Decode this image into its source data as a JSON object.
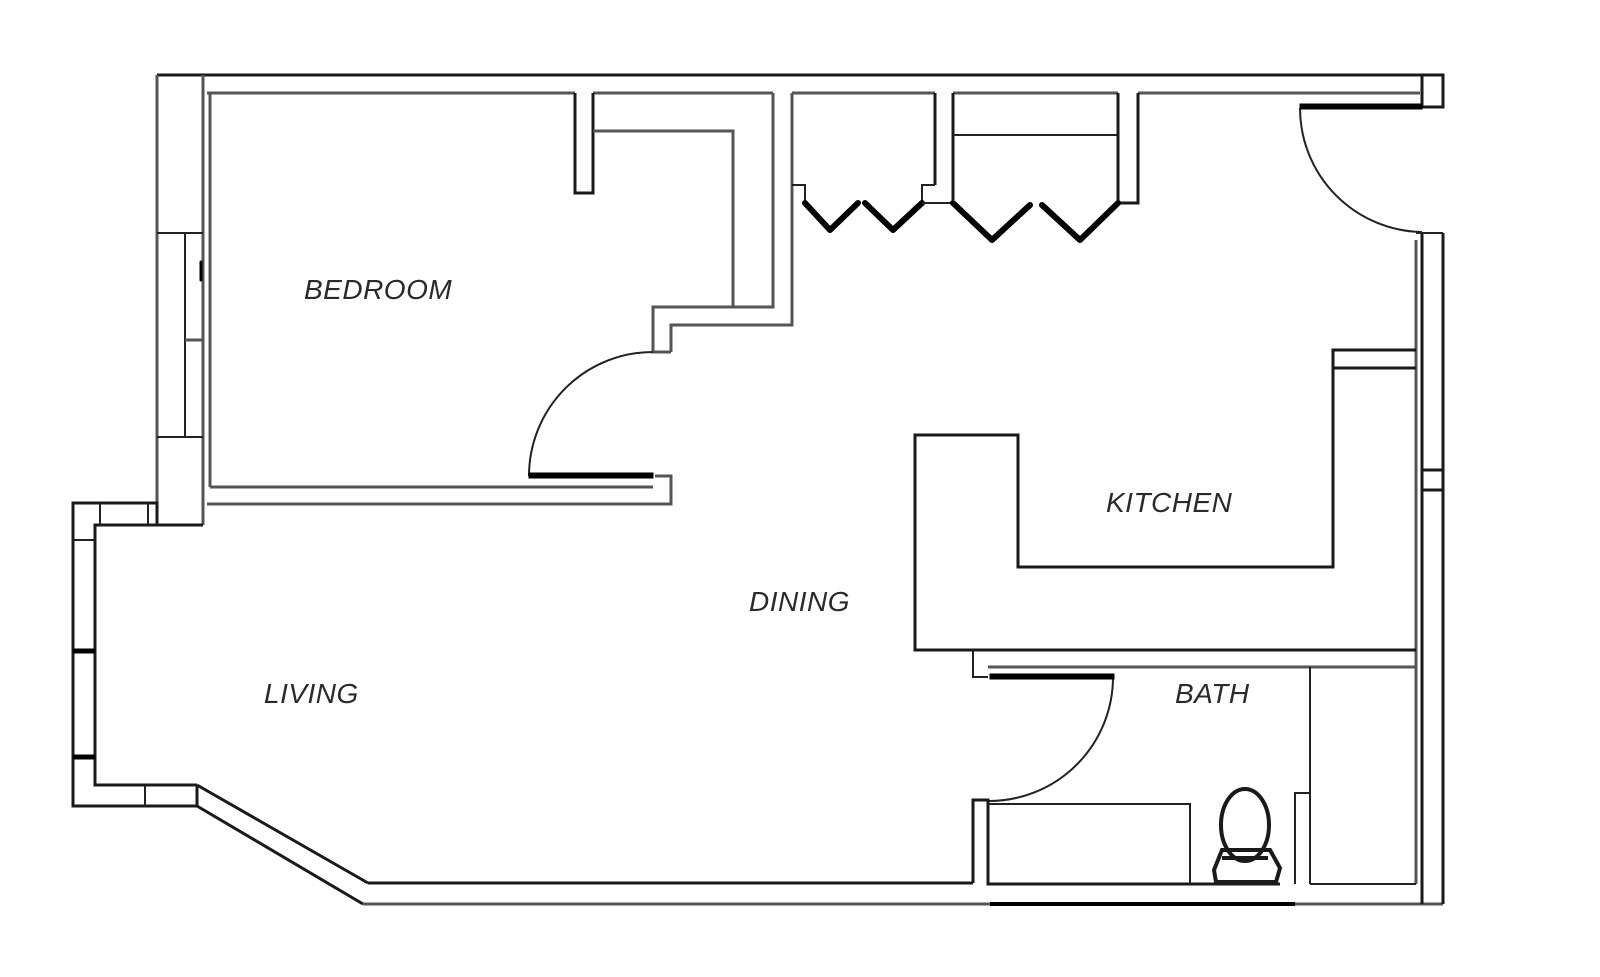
{
  "floor_plan": {
    "rooms": [
      {
        "id": "bedroom",
        "label": "BEDROOM"
      },
      {
        "id": "kitchen",
        "label": "KITCHEN"
      },
      {
        "id": "dining",
        "label": "DINING"
      },
      {
        "id": "living",
        "label": "LIVING"
      },
      {
        "id": "bath",
        "label": "BATH"
      }
    ],
    "colors": {
      "line": "#1a1a1a",
      "background": "#ffffff",
      "label": "#2a2a2a"
    }
  }
}
